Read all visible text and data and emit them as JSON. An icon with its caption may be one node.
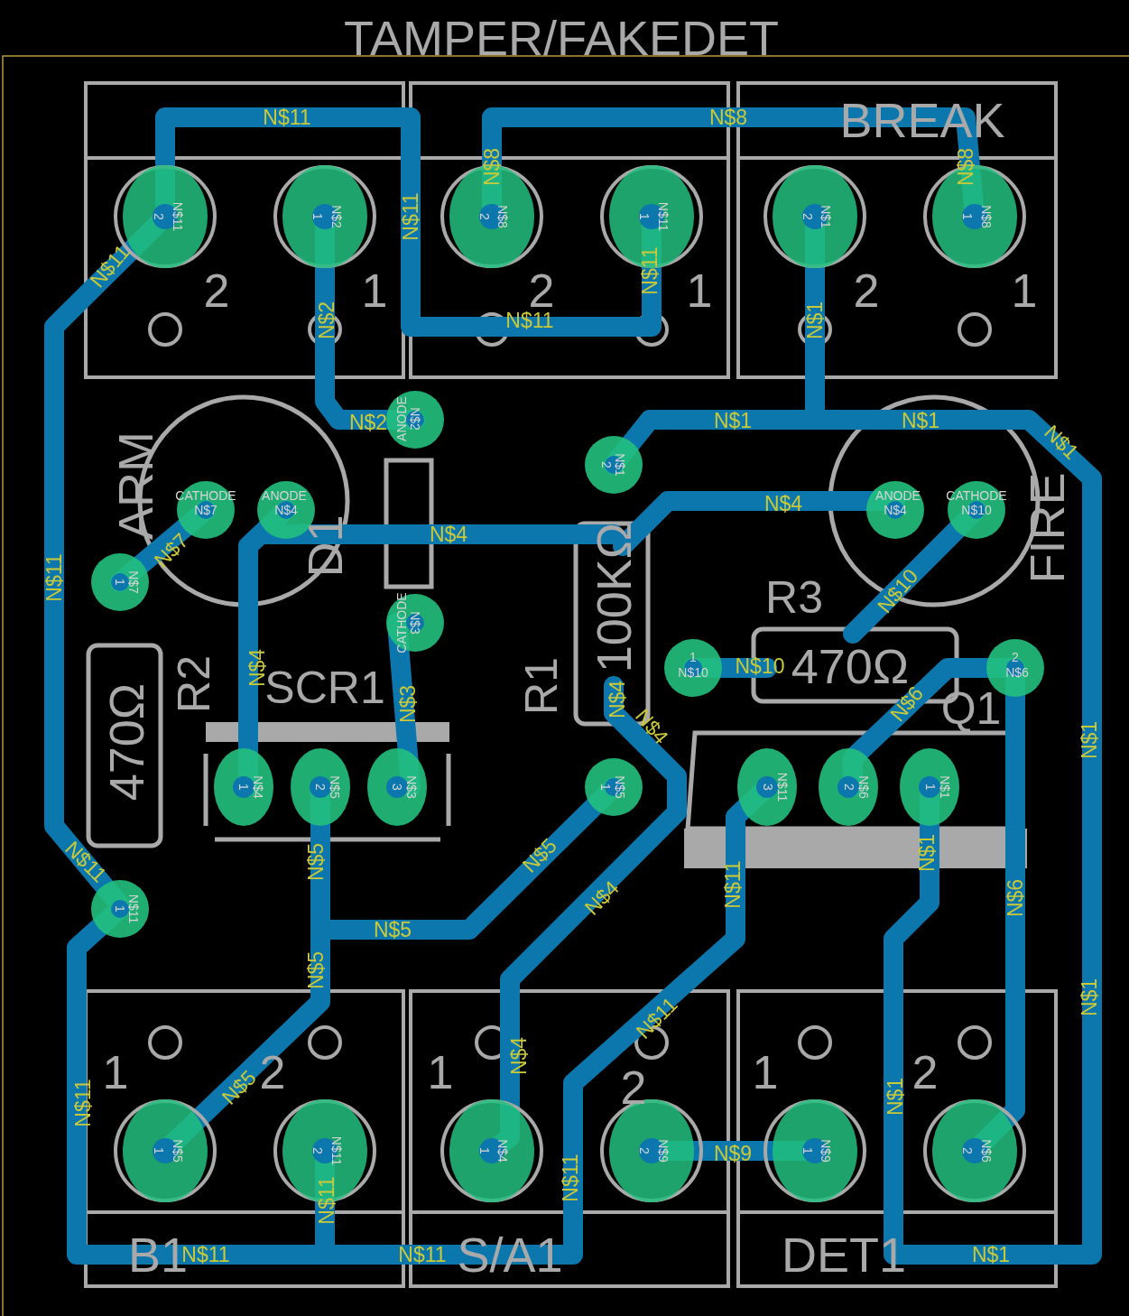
{
  "diagram": {
    "title": "TAMPER/FAKEDET",
    "labels": [
      "N$11",
      "N$8",
      "BREAK",
      "N$8",
      "N$8",
      "N$11",
      "2",
      "N$11",
      "1",
      "N$2",
      "2",
      "N$8",
      "1",
      "N$11",
      "2",
      "N$1",
      "1",
      "N$8",
      "N$11",
      "2",
      "1",
      "2",
      "1",
      "2",
      "1",
      "N$11",
      "N$2",
      "N$11",
      "N$1",
      "N$2",
      "ANODE",
      "N$2",
      "N$1",
      "N$1",
      "N$1",
      "2",
      "N$1",
      "ARM",
      "CATHODE",
      "ANODE",
      "N$7",
      "N$4",
      "N$4",
      "ANODE",
      "CATHODE",
      "N$4",
      "N$10",
      "FIRE",
      "N$4",
      "D1",
      "100KΩ",
      "N$7",
      "1",
      "N$7",
      "N$11",
      "R3",
      "N$10",
      "CATHODE",
      "N$3",
      "N$4",
      "1",
      "N$10",
      "N$10",
      "470Ω",
      "2",
      "N$6",
      "R2",
      "SCR1",
      "N$4",
      "N$3",
      "R1",
      "N$6",
      "Q1",
      "470Ω",
      "N$4",
      "1",
      "N$4",
      "2",
      "N$5",
      "3",
      "N$3",
      "1",
      "N$5",
      "3",
      "N$11",
      "2",
      "N$6",
      "1",
      "N$1",
      "N$11",
      "N$5",
      "N$5",
      "N$4",
      "N$11",
      "N$1",
      "N$6",
      "1",
      "N$11",
      "N$5",
      "N$5",
      "N$1",
      "N$1",
      "N$11",
      "1",
      "2",
      "1",
      "2",
      "1",
      "2",
      "N$5",
      "N$4",
      "N$1",
      "N$11",
      "1",
      "N$5",
      "2",
      "N$11",
      "1",
      "N$4",
      "2",
      "N$9",
      "N$9",
      "1",
      "N$9",
      "2",
      "N$6",
      "N$11",
      "N$11",
      "B1",
      "N$11",
      "N$11",
      "S/A1",
      "DET1",
      "N$1"
    ]
  }
}
